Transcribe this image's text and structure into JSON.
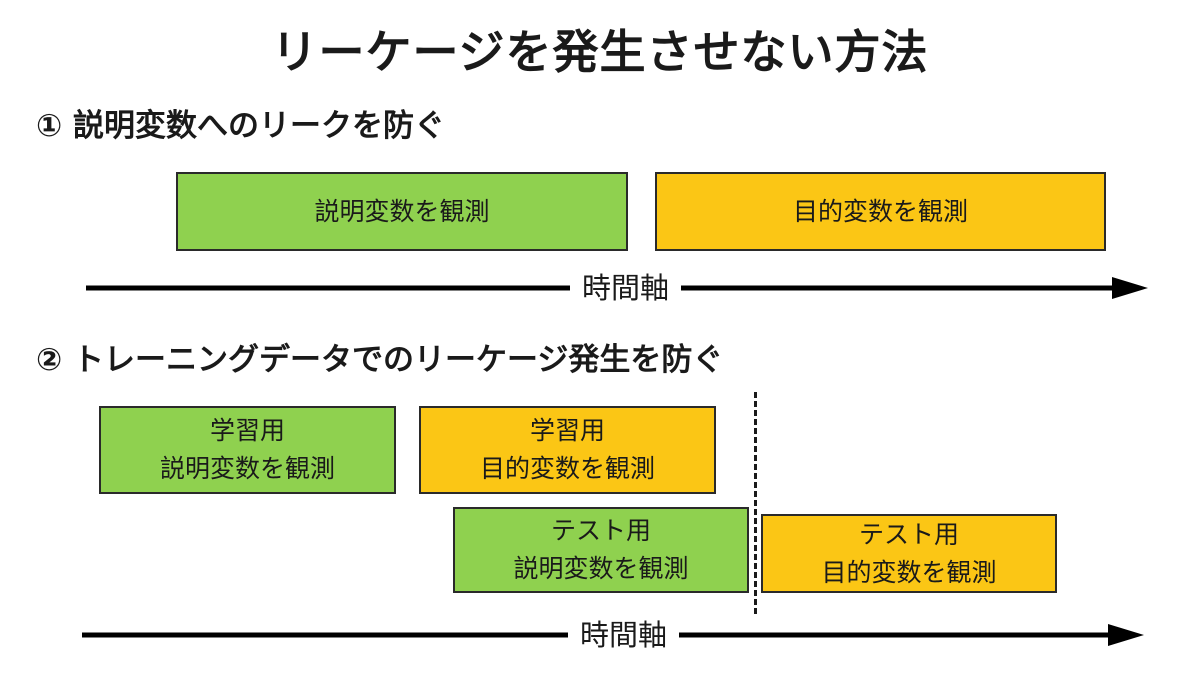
{
  "title": "リーケージを発生させない方法",
  "section1": {
    "heading": "① 説明変数へのリークを防ぐ",
    "box_explanatory": "説明変数を観測",
    "box_target": "目的変数を観測",
    "axis_label": "時間軸"
  },
  "section2": {
    "heading": "② トレーニングデータでのリーケージ発生を防ぐ",
    "train_explanatory": {
      "line1": "学習用",
      "line2": "説明変数を観測"
    },
    "train_target": {
      "line1": "学習用",
      "line2": "目的変数を観測"
    },
    "test_explanatory": {
      "line1": "テスト用",
      "line2": "説明変数を観測"
    },
    "test_target": {
      "line1": "テスト用",
      "line2": "目的変数を観測"
    },
    "axis_label": "時間軸"
  },
  "colors": {
    "explanatory": "#8fd14f",
    "target": "#fbc615",
    "border": "#2a2a2a",
    "axis": "#000000"
  }
}
